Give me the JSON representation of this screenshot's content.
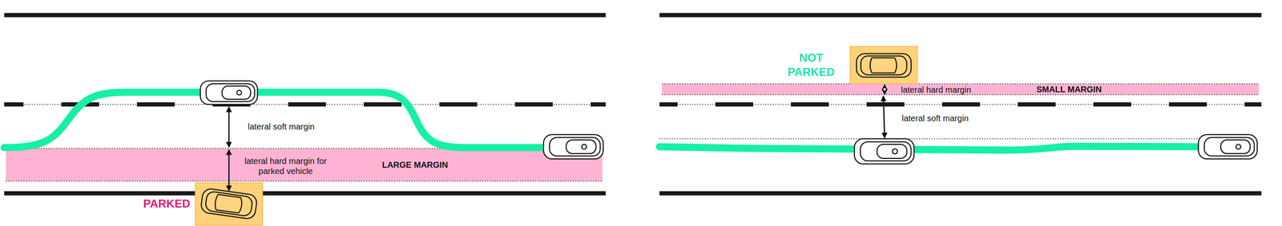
{
  "diagram": {
    "nodes": [
      {
        "text": [
          "LARGE MARGIN"
        ]
      },
      {
        "text": [
          "PARKED"
        ]
      },
      {
        "text": [
          "NOT PARKED"
        ]
      },
      {
        "text": [
          "SMALL MARGIN"
        ]
      }
    ],
    "labels": [
      "lateral soft margin",
      "lateral hard margin for parked vehicle",
      "lateral hard margin",
      "lateral soft margin"
    ]
  }
}
